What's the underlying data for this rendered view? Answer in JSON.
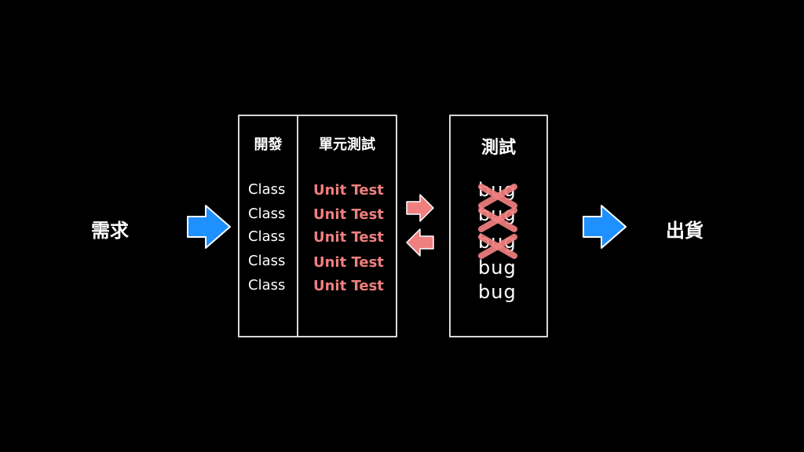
{
  "left_label": "需求",
  "right_label": "出貨",
  "dev": {
    "heading": "開發",
    "items": [
      "Class",
      "Class",
      "Class",
      "Class",
      "Class"
    ]
  },
  "unit_test": {
    "heading": "單元測試",
    "items": [
      "Unit Test",
      "Unit Test",
      "Unit Test",
      "Unit Test",
      "Unit Test"
    ]
  },
  "testing": {
    "heading": "測試",
    "items": [
      "bug",
      "bug",
      "bug",
      "bug",
      "bug"
    ],
    "crossed_count": 3
  },
  "colors": {
    "background": "#000000",
    "flow_arrow": "#1e90ff",
    "feedback_arrow": "#f07f7f",
    "unit_test_text": "#f07f7f",
    "cross_mark": "#f07f7f",
    "box_border": "#d8d8d8"
  }
}
